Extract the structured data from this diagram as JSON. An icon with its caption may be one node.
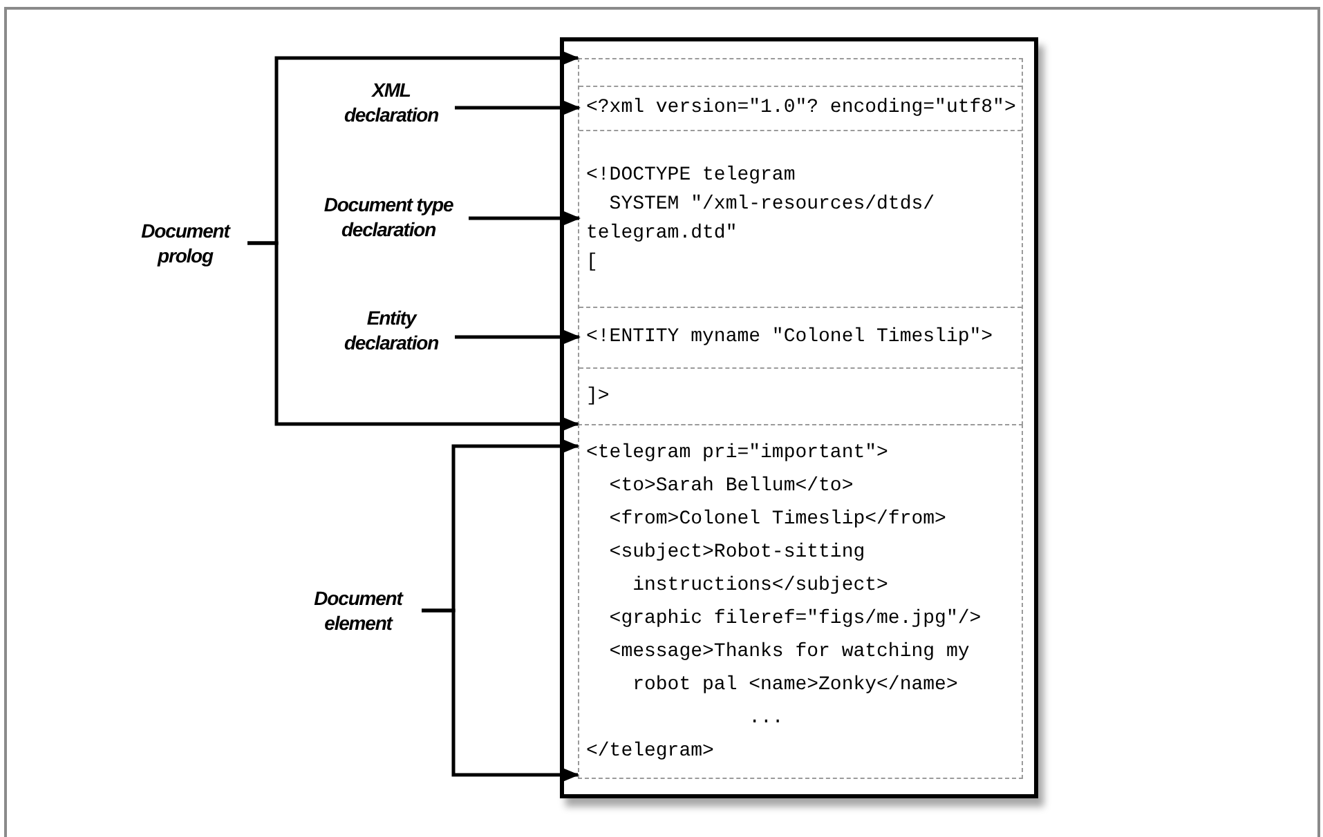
{
  "diagram": {
    "nodes": [
      {
        "text": [],
        "shape": "box"
      },
      {
        "text": [],
        "shape": "box",
        "in": 0
      },
      {
        "text": [
          "<?xml version=\"1.0\"? encoding=\"utf8\">"
        ],
        "in": 1
      },
      {
        "text": [
          "<!DOCTYPE telegram",
          "  SYSTEM \"/xml-resources/dtds/",
          "telegram.dtd\"",
          "["
        ],
        "in": 1
      },
      {
        "text": [
          "<!ENTITY myname \"Colonel Timeslip\">"
        ],
        "in": 1
      },
      {
        "text": [
          "]>"
        ],
        "in": 1
      },
      {
        "text": [
          "<telegram pri=\"important\">",
          "  <to>Sarah Bellum</to>",
          "  <from>Colonel Timeslip</from>",
          "  <subject>Robot-sitting",
          "    instructions</subject>",
          "  <graphic fileref=\"figs/me.jpg\"/>",
          "  <message>Thanks for watching my",
          "    robot pal <name>Zonky</name>",
          "              ...",
          "</telegram>"
        ],
        "in": 0
      },
      {
        "text": [
          "Document prolog"
        ]
      },
      {
        "text": [
          "XML declaration"
        ]
      },
      {
        "text": [
          "Document type declaration"
        ]
      },
      {
        "text": [
          "Entity declaration"
        ]
      },
      {
        "text": [
          "Document element"
        ]
      }
    ],
    "edges": [
      {
        "from": 7,
        "to": 1,
        "arrow": "to"
      },
      {
        "from": 7,
        "to": 1,
        "arrow": "to"
      },
      {
        "from": 8,
        "to": 2,
        "arrow": "to"
      },
      {
        "from": 9,
        "to": 3,
        "arrow": "to"
      },
      {
        "from": 10,
        "to": 4,
        "arrow": "to"
      },
      {
        "from": 11,
        "to": 6,
        "arrow": "to"
      },
      {
        "from": 11,
        "to": 6,
        "arrow": "to"
      }
    ]
  }
}
